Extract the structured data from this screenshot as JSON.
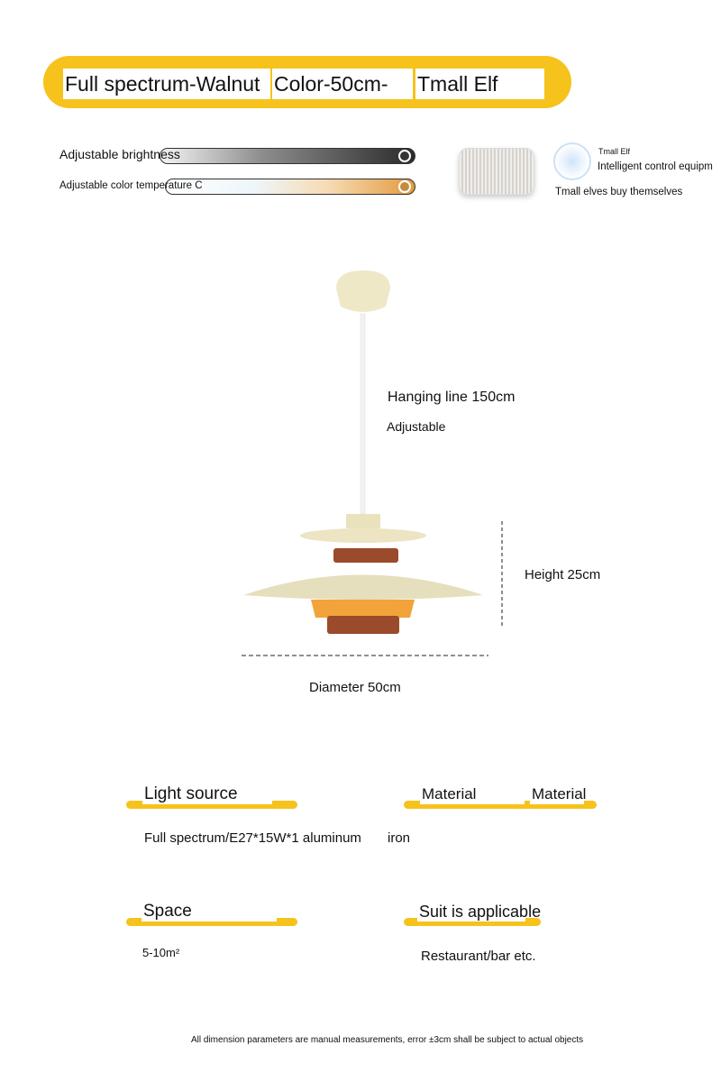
{
  "options": [
    "Full spectrum-Walnut",
    "Color-50cm-",
    "Tmall Elf"
  ],
  "controls": {
    "brightness_label": "Adjustable brightness",
    "color_temp_label": "Adjustable color temperature C"
  },
  "tmall": {
    "name": "Tmall Elf",
    "desc": "Intelligent control equipm",
    "note": "Tmall elves buy themselves"
  },
  "dimensions": {
    "hanging_line": "Hanging line 150cm",
    "adjustable": "Adjustable",
    "height": "Height 25cm",
    "diameter": "Diameter 50cm"
  },
  "specs": {
    "light_source_label": "Light source",
    "light_source_value": "Full spectrum/E27*15W*1 aluminum",
    "material_label": "Material",
    "material_label2": "Material",
    "material_value": "iron",
    "space_label": "Space",
    "space_value": "5-10m²",
    "suit_label": "Suit is applicable",
    "suit_value": "Restaurant/bar etc."
  },
  "footnote": "All dimension parameters are manual measurements, error ±3cm shall be subject to actual objects",
  "colors": {
    "accent": "#f6c21c",
    "walnut": "#9a4b2c",
    "cream": "#eee8c8"
  }
}
